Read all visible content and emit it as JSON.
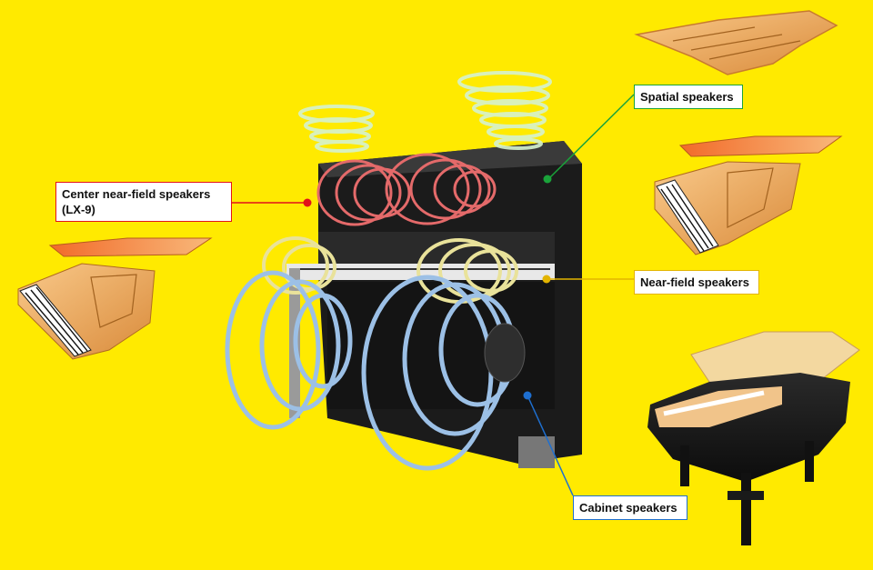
{
  "labels": {
    "spatial": "Spatial speakers",
    "center": "Center near-field speakers (LX-9)",
    "nearfield": "Near-field speakers",
    "cabinet": "Cabinet speakers"
  },
  "colors": {
    "background": "#FFEA00",
    "spatial": "#1aa33a",
    "center": "#e2121a",
    "nearfield": "#e3b400",
    "cabinet": "#1e6fd0"
  },
  "icons": [
    "upright-piano",
    "grand-piano",
    "speaker-sound-waves"
  ]
}
